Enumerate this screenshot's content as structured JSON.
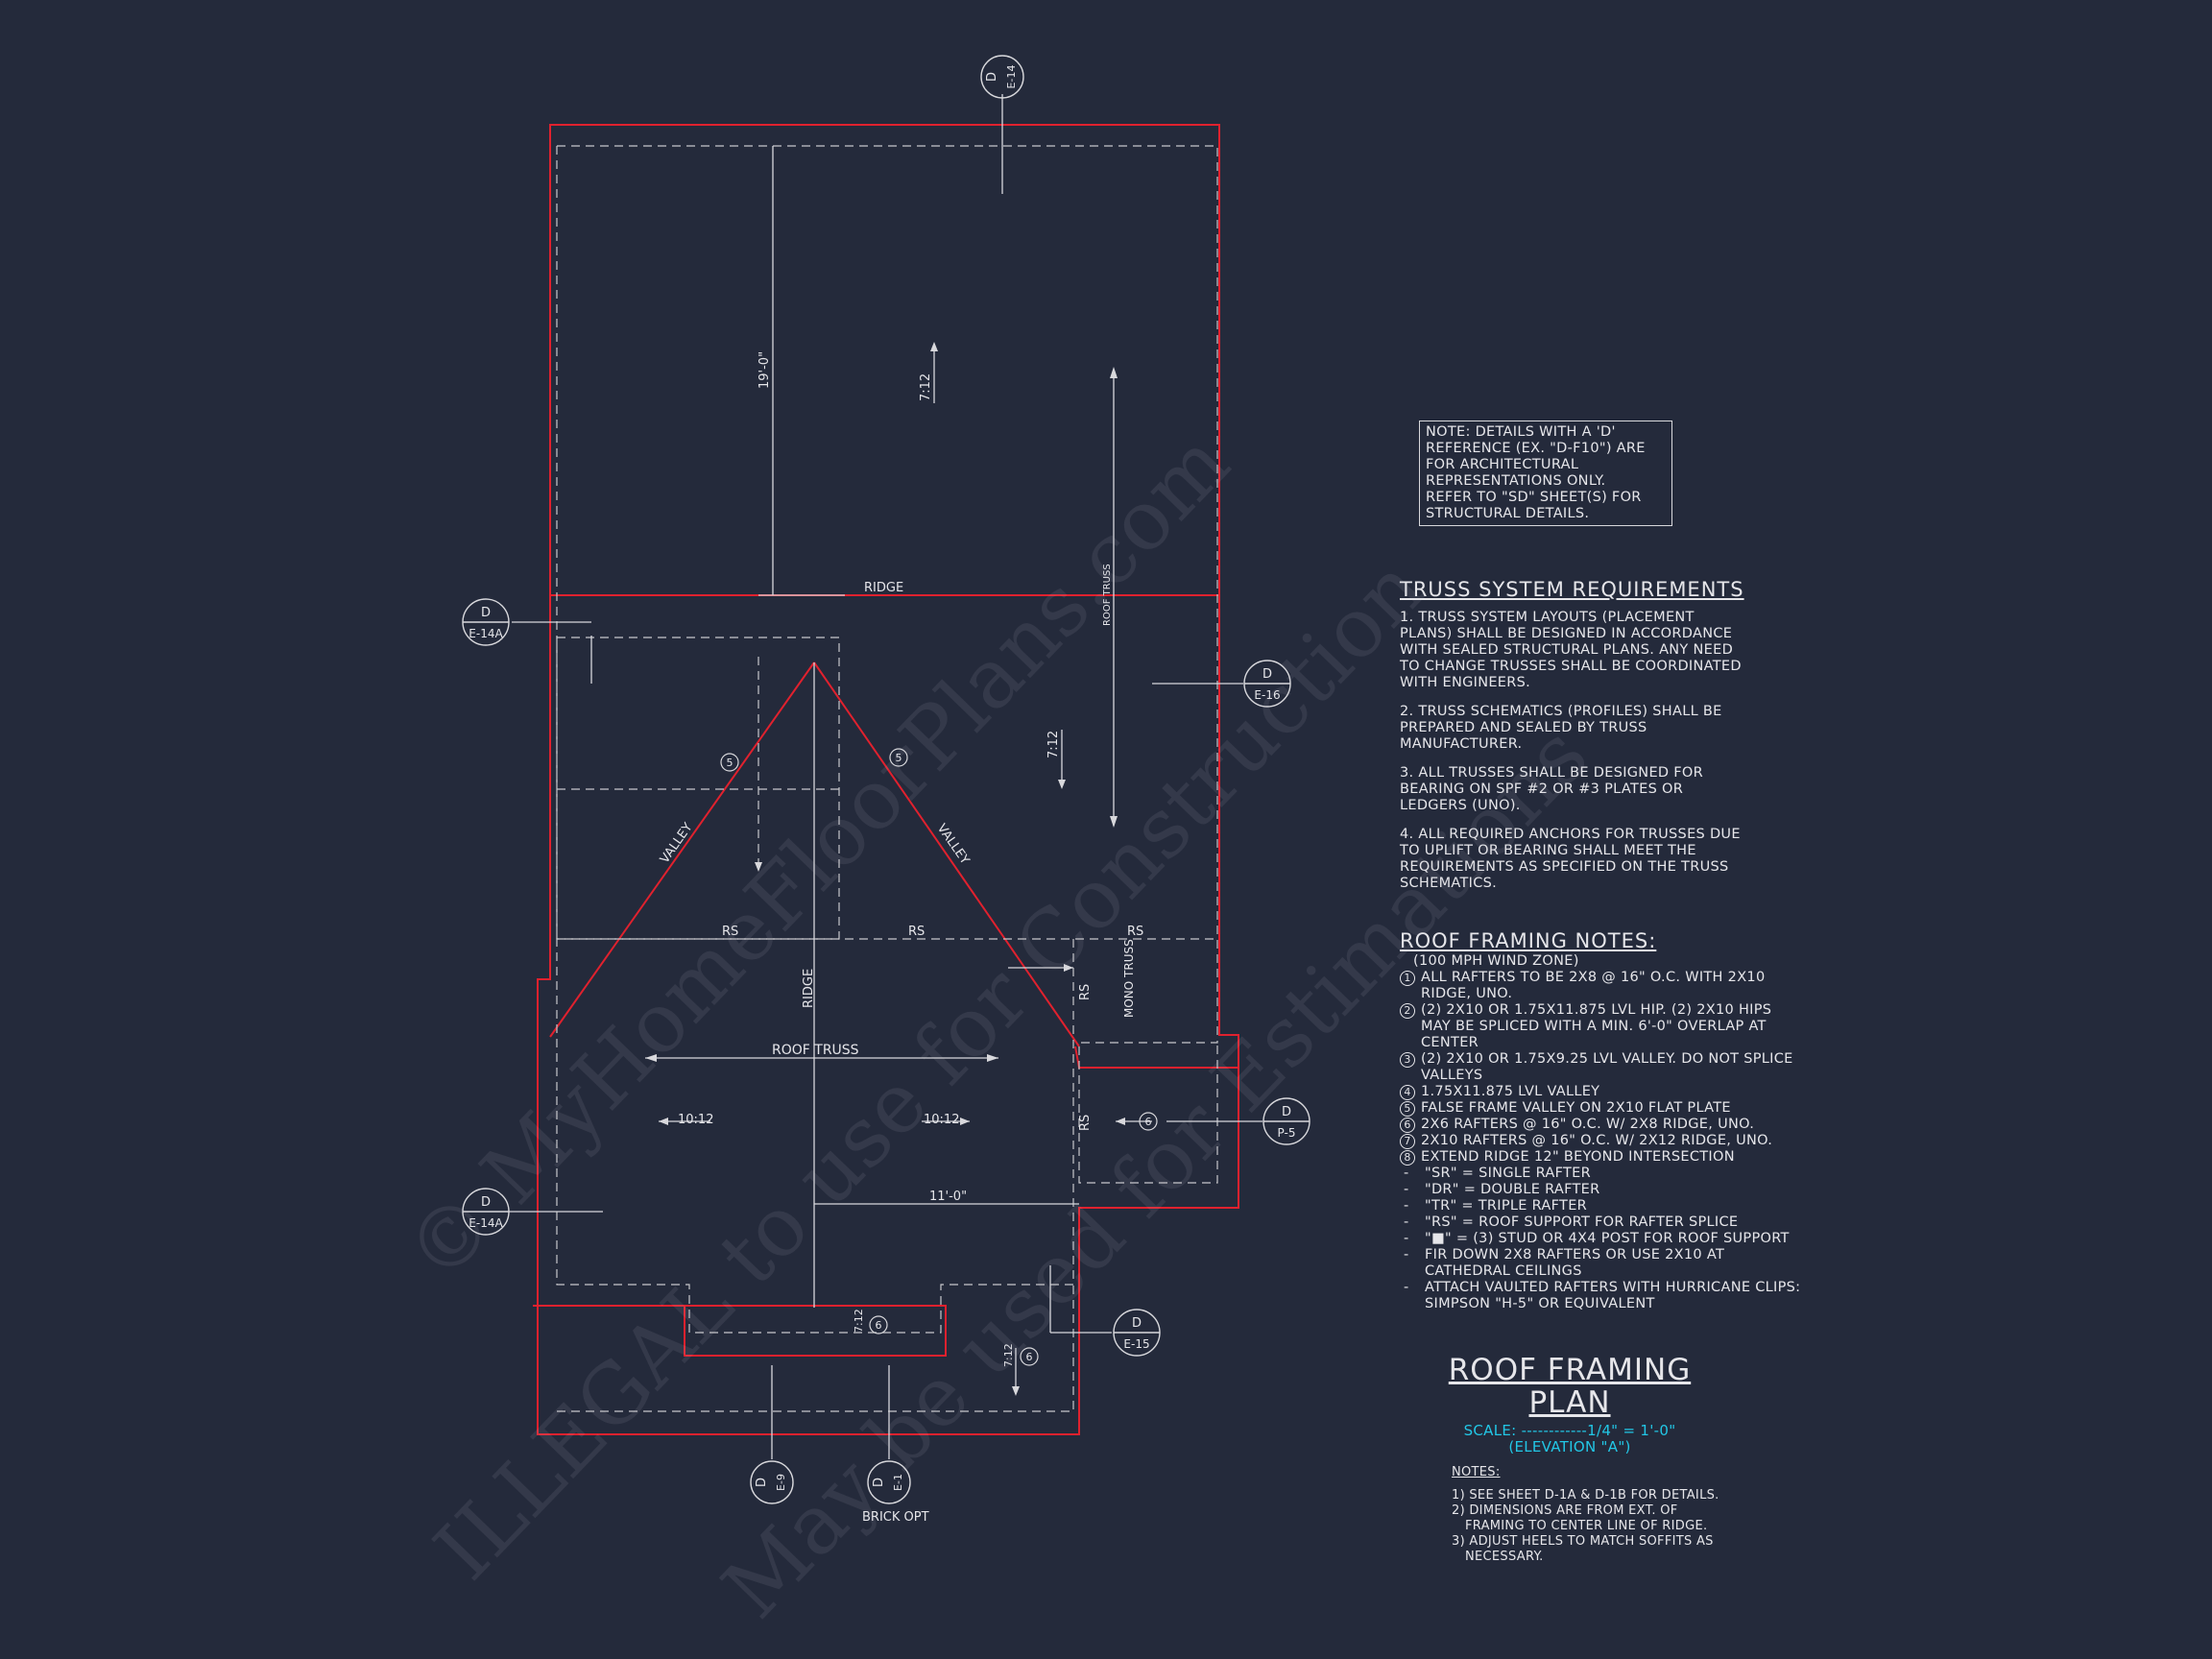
{
  "colors": {
    "background": "#242a3b",
    "roof_outline": "#e0212e",
    "linework": "#d8d8dc",
    "accent_text": "#22c7e6"
  },
  "plan_labels": {
    "ridge_top": "RIDGE",
    "ridge_vertical": "RIDGE",
    "dim_19": "19'-0\"",
    "dim_11": "11'-0\"",
    "slope_7_12": "7:12",
    "slope_10_12": "10:12",
    "valley": "VALLEY",
    "rs": "RS",
    "roof_truss": "ROOF TRUSS",
    "mono_truss": "MONO TRUSS",
    "brick_opt": "BRICK OPT",
    "circle_5": "5",
    "circle_6": "6"
  },
  "section_tags": [
    {
      "top": "D",
      "bottom": "E-14"
    },
    {
      "top": "D",
      "bottom": "E-14A"
    },
    {
      "top": "D",
      "bottom": "E-16"
    },
    {
      "top": "D",
      "bottom": "P-5"
    },
    {
      "top": "D",
      "bottom": "E-14A"
    },
    {
      "top": "D",
      "bottom": "E-15"
    },
    {
      "top": "D",
      "bottom": "E-9"
    },
    {
      "top": "D",
      "bottom": "E-1"
    }
  ],
  "note_box": {
    "lines": [
      "NOTE: DETAILS WITH A 'D'",
      "REFERENCE (EX. \"D-F10\") ARE",
      "FOR ARCHITECTURAL",
      "REPRESENTATIONS ONLY.",
      "REFER TO \"SD\" SHEET(S) FOR",
      "STRUCTURAL DETAILS."
    ]
  },
  "truss_requirements": {
    "heading": "TRUSS SYSTEM REQUIREMENTS",
    "items": [
      "1. TRUSS SYSTEM LAYOUTS (PLACEMENT PLANS) SHALL BE DESIGNED IN ACCORDANCE WITH SEALED STRUCTURAL PLANS. ANY NEED TO CHANGE TRUSSES SHALL BE COORDINATED WITH ENGINEERS.",
      "2. TRUSS SCHEMATICS (PROFILES) SHALL BE PREPARED AND SEALED BY TRUSS MANUFACTURER.",
      "3. ALL TRUSSES SHALL BE DESIGNED FOR BEARING ON SPF #2 OR #3 PLATES OR LEDGERS (UNO).",
      "4. ALL REQUIRED ANCHORS FOR TRUSSES DUE TO UPLIFT OR BEARING SHALL MEET THE REQUIREMENTS AS SPECIFIED ON THE TRUSS SCHEMATICS."
    ]
  },
  "roof_framing_notes": {
    "heading": "ROOF FRAMING NOTES:",
    "subheading": "(100 MPH WIND ZONE)",
    "items": [
      {
        "num": "1",
        "text": "ALL RAFTERS TO BE 2x8 @ 16\" O.C. WITH 2x10 RIDGE, UNO."
      },
      {
        "num": "2",
        "text": "(2) 2x10 OR 1.75x11.875 LVL HIP. (2) 2x10 HIPS MAY BE SPLICED WITH A MIN. 6'-0\" OVERLAP AT CENTER"
      },
      {
        "num": "3",
        "text": "(2) 2x10 OR 1.75x9.25 LVL VALLEY. DO NOT SPLICE VALLEYS"
      },
      {
        "num": "4",
        "text": "1.75x11.875 LVL VALLEY"
      },
      {
        "num": "5",
        "text": "FALSE FRAME VALLEY ON 2x10 FLAT PLATE"
      },
      {
        "num": "6",
        "text": "2x6 RAFTERS @ 16\" O.C. W/ 2x8 RIDGE, UNO."
      },
      {
        "num": "7",
        "text": "2x10 RAFTERS @ 16\" O.C. W/ 2x12 RIDGE, UNO."
      },
      {
        "num": "8",
        "text": "EXTEND RIDGE 12\" BEYOND INTERSECTION"
      },
      {
        "num": "-",
        "text": "\"SR\" = SINGLE RAFTER"
      },
      {
        "num": "-",
        "text": "\"DR\" = DOUBLE RAFTER"
      },
      {
        "num": "-",
        "text": "\"TR\" = TRIPLE RAFTER"
      },
      {
        "num": "-",
        "text": "\"RS\" = ROOF SUPPORT FOR RAFTER SPLICE"
      },
      {
        "num": "-",
        "text": "\"■\" = (3) STUD OR 4x4 POST FOR ROOF SUPPORT"
      },
      {
        "num": "-",
        "text": "FIR DOWN 2x8 RAFTERS OR USE 2x10 AT CATHEDRAL CEILINGS"
      },
      {
        "num": "-",
        "text": "ATTACH VAULTED RAFTERS WITH HURRICANE CLIPS: SIMPSON \"H-5\" OR EQUIVALENT"
      }
    ]
  },
  "title_block": {
    "title": "ROOF FRAMING PLAN",
    "scale": "SCALE: ------------1/4\" = 1'-0\"",
    "elevation": "(ELEVATION \"A\")"
  },
  "general_notes": {
    "heading": "NOTES:",
    "items": [
      "1) SEE SHEET D-1A & D-1B FOR DETAILS.",
      "2) DIMENSIONS ARE FROM EXT. OF FRAMING TO CENTER LINE OF RIDGE.",
      "3) ADJUST HEELS TO MATCH SOFFITS AS NECESSARY."
    ]
  },
  "watermark": {
    "line1": "© MyHomeFloorPlans.com",
    "line2": "ILLEGAL to use for Construction",
    "line3": "May be used for Estimations"
  }
}
